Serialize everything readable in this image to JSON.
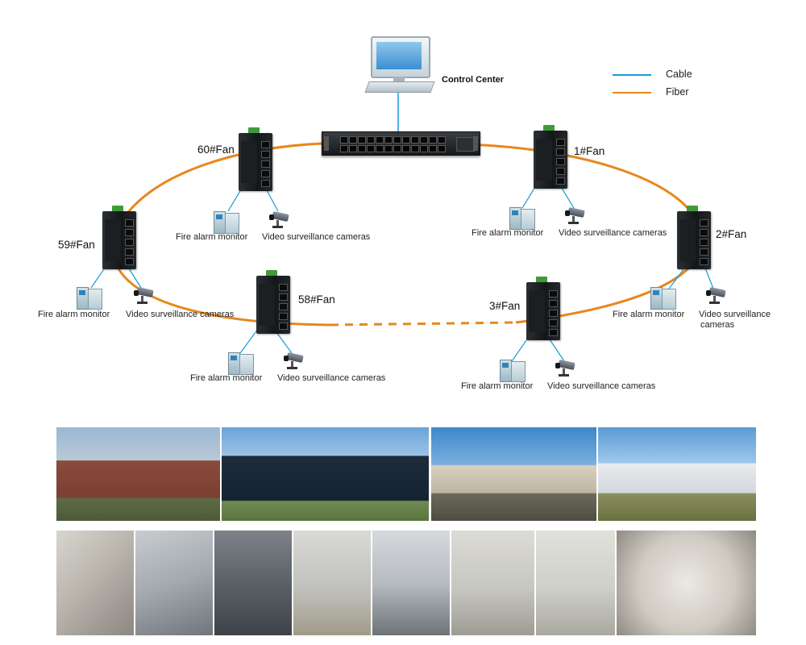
{
  "control_center": "Control Center",
  "legend": {
    "cable": "Cable",
    "fiber": "Fiber",
    "cable_color": "#1a9ad9",
    "fiber_color": "#e8871c"
  },
  "fans": {
    "fan60": "60#Fan",
    "fan1": "1#Fan",
    "fan59": "59#Fan",
    "fan2": "2#Fan",
    "fan58": "58#Fan",
    "fan3": "3#Fan"
  },
  "devices": {
    "fire_alarm": "Fire alarm monitor",
    "camera": "Video surveillance cameras",
    "camera_line1": "Video surveillance",
    "camera_line2": "cameras"
  }
}
